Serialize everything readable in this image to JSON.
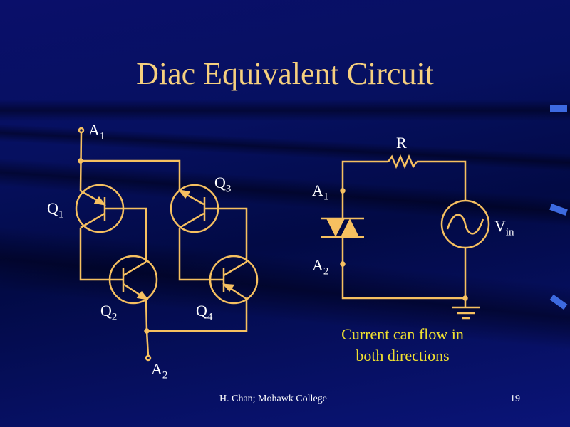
{
  "slide": {
    "title": "Diac Equivalent Circuit",
    "footer": "H.  Chan;  Mohawk College",
    "page_number": "19"
  },
  "left_circuit": {
    "terminal_a1": {
      "main": "A",
      "sub": "1"
    },
    "terminal_a2": {
      "main": "A",
      "sub": "2"
    },
    "q1": {
      "main": "Q",
      "sub": "1"
    },
    "q2": {
      "main": "Q",
      "sub": "2"
    },
    "q3": {
      "main": "Q",
      "sub": "3"
    },
    "q4": {
      "main": "Q",
      "sub": "4"
    }
  },
  "right_circuit": {
    "resistor": "R",
    "terminal_a1": {
      "main": "A",
      "sub": "1"
    },
    "terminal_a2": {
      "main": "A",
      "sub": "2"
    },
    "source": {
      "main": "V",
      "sub": "in"
    },
    "caption_line1": "Current can flow in",
    "caption_line2": "both directions"
  },
  "colors": {
    "wire": "#f6c060",
    "title": "#f6d07e",
    "caption": "#f0e030"
  }
}
